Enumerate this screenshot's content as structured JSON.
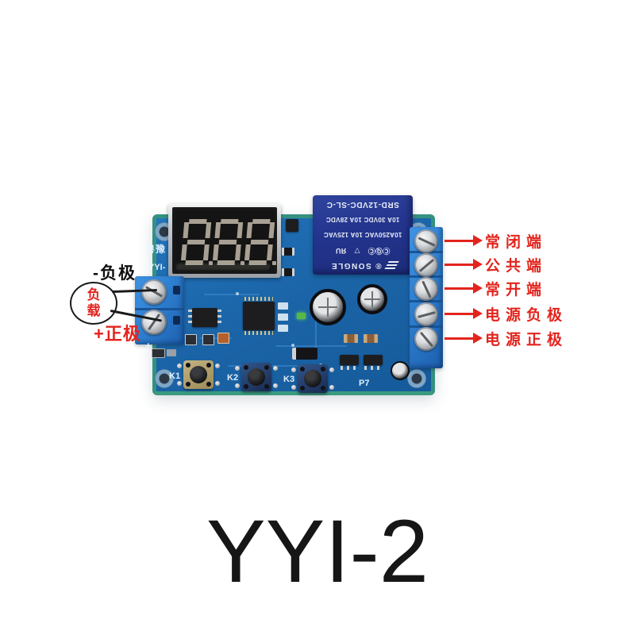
{
  "title": {
    "model": "YYI-2"
  },
  "annotations": {
    "left": {
      "negative": "-负极",
      "load": "负载",
      "positive": "+正极"
    },
    "right_labels": [
      "常闭端",
      "公共端",
      "常开端",
      "电源负极",
      "电源正极"
    ]
  },
  "board": {
    "display_value": "888",
    "silkscreen": {
      "brand": "粤豫",
      "model": "YYI-",
      "k1": "K1",
      "k2": "K2",
      "k3": "K3",
      "p7": "P7",
      "plus": "+"
    },
    "relay": {
      "part": "SRD-12VDC-SL-C",
      "dc_rating": "10A 30VDC 10A 28VDC",
      "ac_rating": "10A250VAC 10A 125VAC",
      "brand": "SONGLE",
      "reg_mark": "®",
      "mark_cqc": "ⒸⓆⒸ",
      "mark_tri": "▽",
      "mark_ul": "ЯU"
    }
  },
  "colors": {
    "accent_red": "#e3241d",
    "pcb_blue": "#1b65a8",
    "pcb_edge_teal": "#35917f",
    "relay_navy": "#24358f",
    "terminal_blue": "#2e7fd0"
  }
}
